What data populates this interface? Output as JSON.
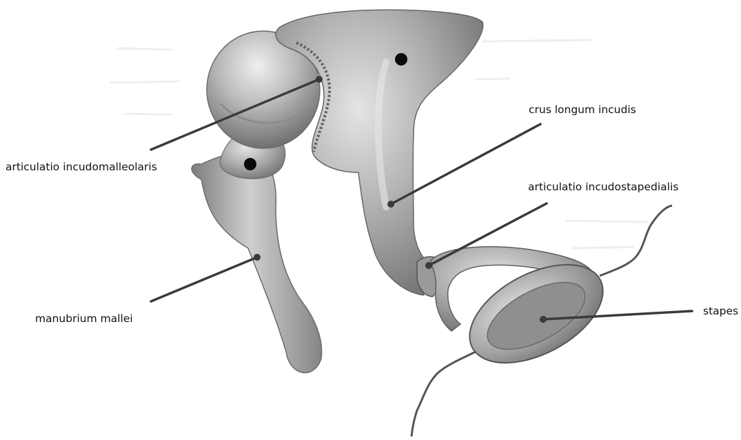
{
  "labels": {
    "articulatio_incudomalleolaris": "articulatio incudomalleolaris",
    "crus_longum_incudis": "crus longum incudis",
    "articulatio_incudostapedialis": "articulatio incudostapedialis",
    "manubrium_mallei": "manubrium mallei",
    "stapes": "stapes"
  },
  "colors": {
    "bone_fill": "#a9a9a9",
    "bone_shadow": "#6f6f6f",
    "leader_line": "#3a3a3a",
    "marker_dot": "#0a0a0a",
    "text": "#111111"
  }
}
